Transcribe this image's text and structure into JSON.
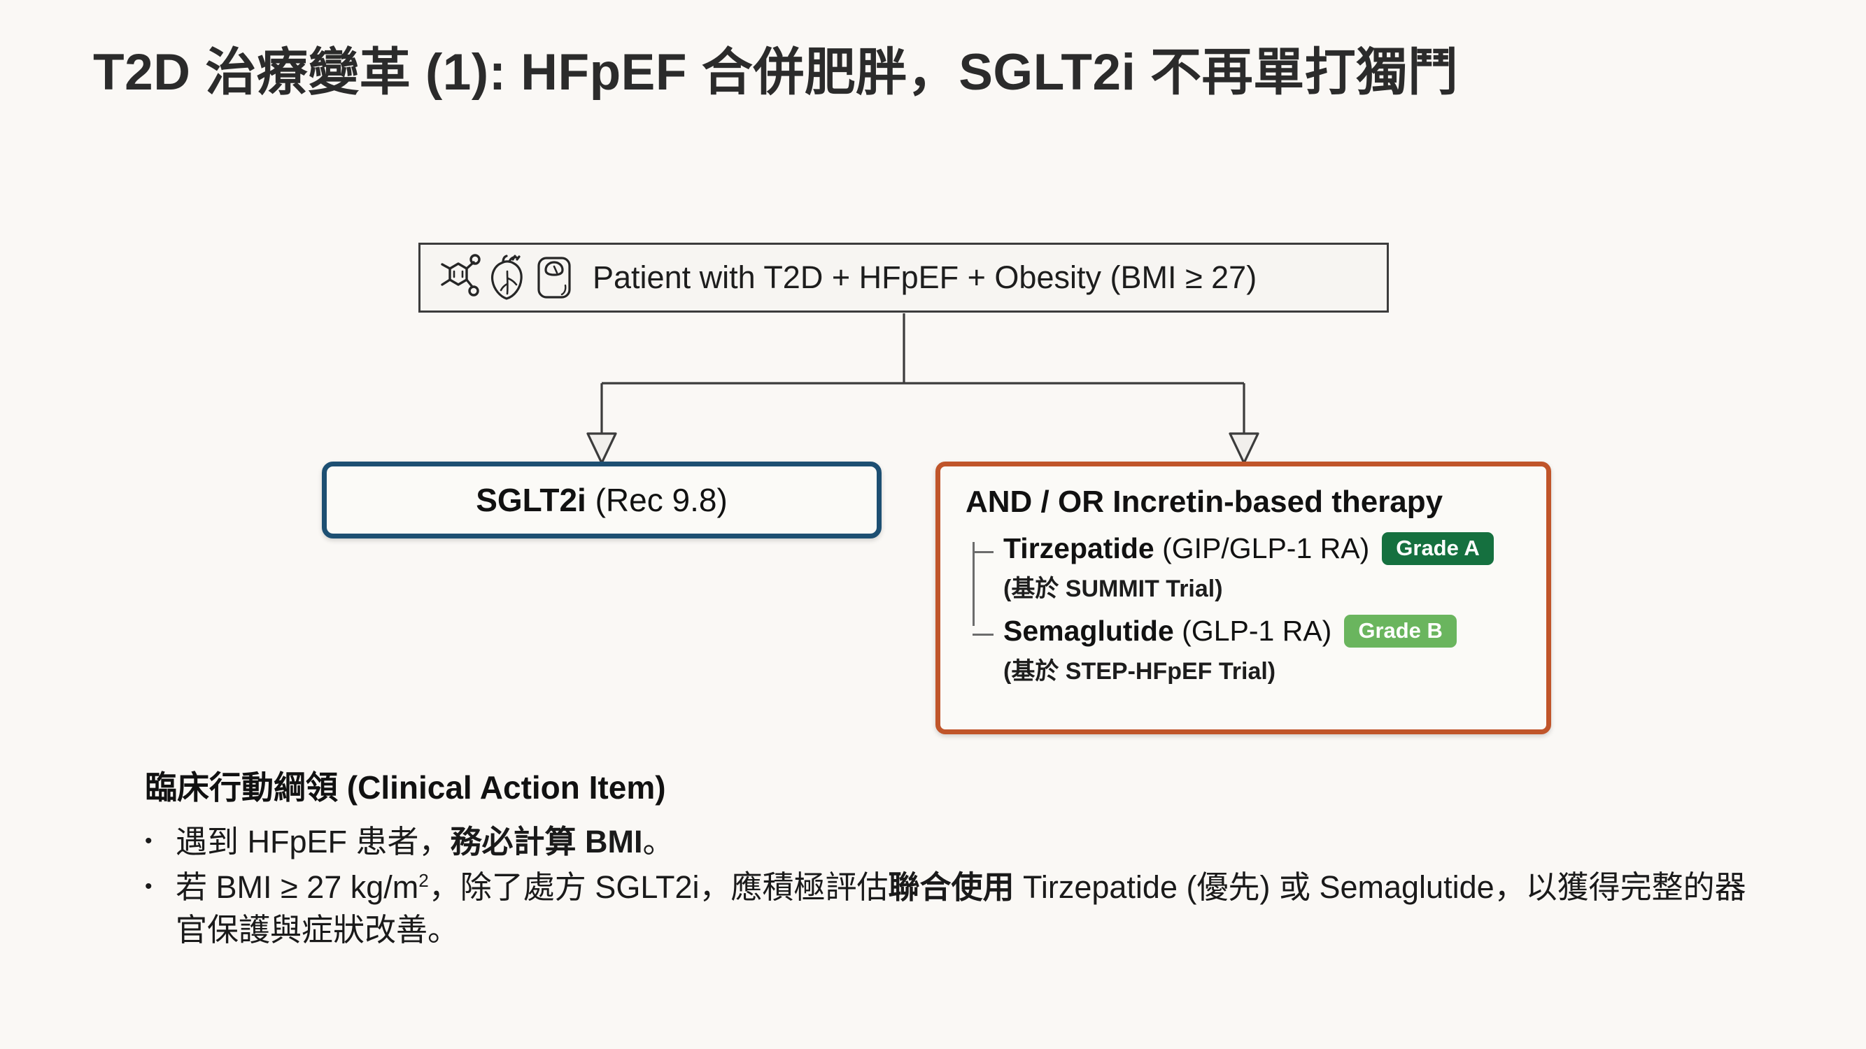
{
  "slide": {
    "title": "T2D 治療變革 (1): HFpEF 合併肥胖，SGLT2i 不再單打獨鬥",
    "background_color": "#faf8f5"
  },
  "flowchart": {
    "top_node": {
      "label": "Patient with T2D + HFpEF + Obesity (BMI ≥ 27)",
      "icons": [
        "molecule-icon",
        "heart-icon",
        "weight-scale-icon"
      ],
      "border_color": "#3c3c3c"
    },
    "branches": [
      {
        "id": "sglt2i",
        "title_bold": "SGLT2i",
        "title_rest": " (Rec 9.8)",
        "border_color": "#1d4f72"
      },
      {
        "id": "incretin",
        "heading": "AND / OR Incretin-based therapy",
        "border_color": "#c0552a",
        "therapies": [
          {
            "name": "Tirzepatide",
            "class": " (GIP/GLP-1 RA)",
            "grade_label": "Grade A",
            "grade_color": "#15703f",
            "source": "(基於 SUMMIT Trial)"
          },
          {
            "name": "Semaglutide",
            "class": " (GLP-1 RA)",
            "grade_label": "Grade B",
            "grade_color": "#6ab55e",
            "source": "(基於 STEP-HFpEF Trial)"
          }
        ]
      }
    ]
  },
  "action_item": {
    "heading": "臨床行動綱領 (Clinical Action Item)",
    "bullet_marker": "•",
    "bullets": [
      {
        "segments": [
          {
            "text": "遇到 HFpEF 患者，",
            "bold": false
          },
          {
            "text": "務必計算 BMI",
            "bold": true
          },
          {
            "text": "。",
            "bold": false
          }
        ]
      },
      {
        "segments": [
          {
            "text": "若 BMI ≥ 27 kg/m",
            "bold": false
          },
          {
            "text": "2",
            "bold": false,
            "sup": true
          },
          {
            "text": "，除了處方 SGLT2i，應積極評估",
            "bold": false
          },
          {
            "text": "聯合使用",
            "bold": true
          },
          {
            "text": " Tirzepatide (優先) 或 Semaglutide，以獲得完整的器官保護與症狀改善。",
            "bold": false
          }
        ]
      }
    ]
  }
}
